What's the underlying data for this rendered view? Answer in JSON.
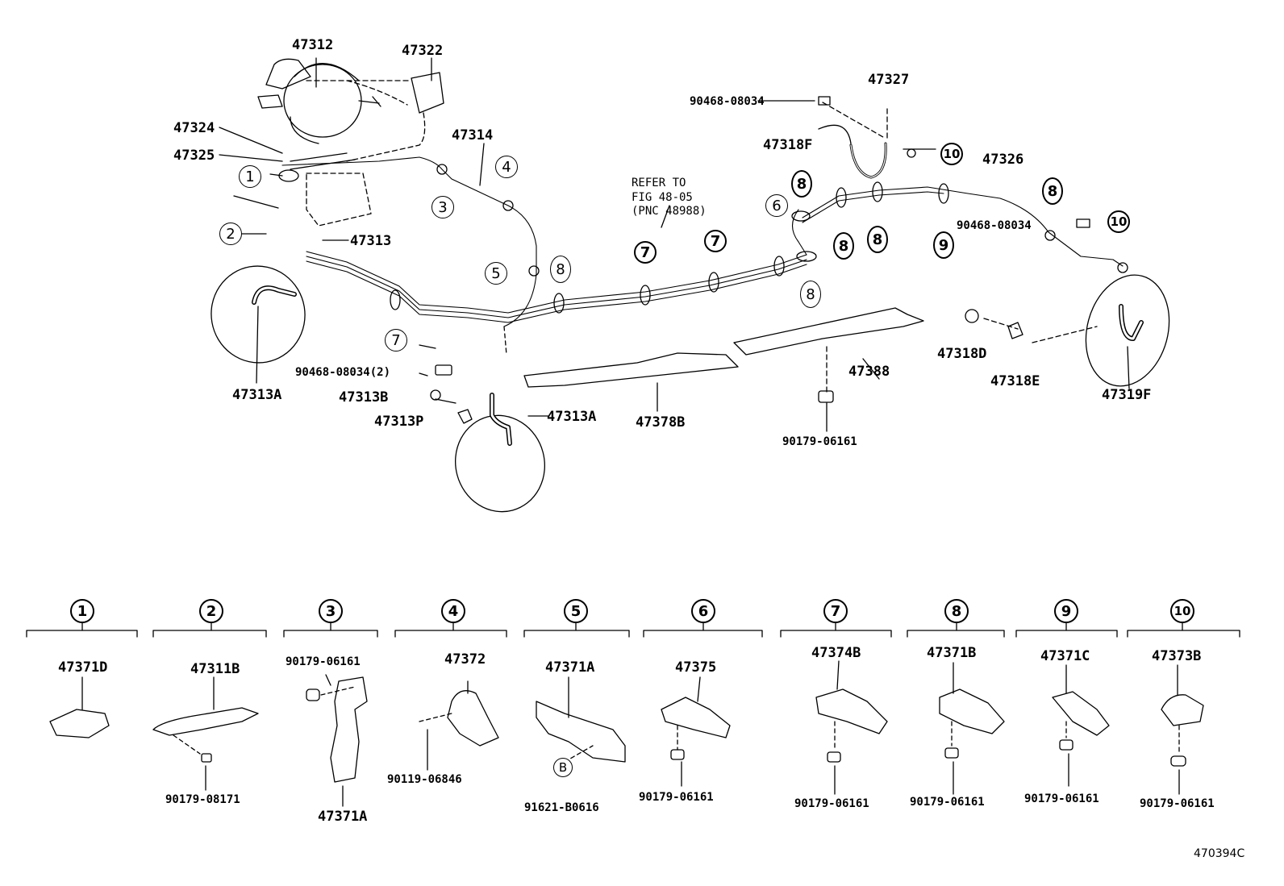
{
  "diagram": {
    "footer_code": "470394C",
    "note": {
      "line1": "REFER TO",
      "line2": "FIG 48-05",
      "line3": "(PNC 48988)"
    },
    "parts": {
      "p47312": "47312",
      "p47322": "47322",
      "p47324": "47324",
      "p47325": "47325",
      "p47314": "47314",
      "p47313": "47313",
      "p47313A_left": "47313A",
      "p47313A_mid": "47313A",
      "p90468_left": "90468-08034(2)",
      "p47313B": "47313B",
      "p47313P": "47313P",
      "p47378B": "47378B",
      "p47388": "47388",
      "p90179_mid": "90179-06161",
      "p90468_top": "90468-08034",
      "p47327": "47327",
      "p47318F": "47318F",
      "p47326": "47326",
      "p90468_right": "90468-08034",
      "p47318D": "47318D",
      "p47318E": "47318E",
      "p47319F": "47319F"
    },
    "callouts": {
      "c1": "1",
      "c2": "2",
      "c3": "3",
      "c4": "4",
      "c5": "5",
      "c6": "6",
      "c7": "7",
      "c8": "8",
      "c9": "9",
      "c10": "10"
    },
    "legend": [
      {
        "num": "1",
        "part": "47371D",
        "sub": "",
        "extra": ""
      },
      {
        "num": "2",
        "part": "47311B",
        "sub": "90179-08171",
        "extra": ""
      },
      {
        "num": "3",
        "part": "90179-06161",
        "sub": "47371A",
        "extra": ""
      },
      {
        "num": "4",
        "part": "47372",
        "sub": "90119-06846",
        "extra": ""
      },
      {
        "num": "5",
        "part": "47371A",
        "sub": "91621-B0616",
        "extra": "B"
      },
      {
        "num": "6",
        "part": "47375",
        "sub": "90179-06161",
        "extra": ""
      },
      {
        "num": "7",
        "part": "47374B",
        "sub": "90179-06161",
        "extra": ""
      },
      {
        "num": "8",
        "part": "47371B",
        "sub": "90179-06161",
        "extra": ""
      },
      {
        "num": "9",
        "part": "47371C",
        "sub": "90179-06161",
        "extra": ""
      },
      {
        "num": "10",
        "part": "47373B",
        "sub": "90179-06161",
        "extra": ""
      }
    ]
  }
}
